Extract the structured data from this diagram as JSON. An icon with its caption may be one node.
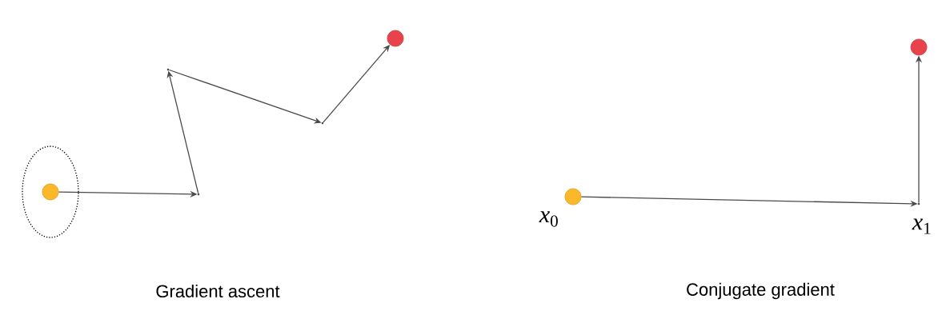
{
  "diagram": {
    "nodes": [
      {
        "text": [],
        "shape": "ellipse"
      },
      {
        "text": [],
        "shape": "circle",
        "in": 0
      },
      {
        "text": [],
        "shape": "point"
      },
      {
        "text": [],
        "shape": "point"
      },
      {
        "text": [],
        "shape": "point"
      },
      {
        "text": [],
        "shape": "circle"
      },
      {
        "text": [],
        "shape": "circle",
        "beside": [
          "*x*$_{0}$"
        ]
      },
      {
        "text": [],
        "shape": "point",
        "beside": [
          "*x*$_{1}$"
        ]
      },
      {
        "text": [],
        "shape": "circle"
      }
    ],
    "edges": [
      {
        "from": 1,
        "to": 3,
        "arrow": "to"
      },
      {
        "from": 3,
        "to": 2,
        "arrow": "to"
      },
      {
        "from": 2,
        "to": 4,
        "arrow": "to"
      },
      {
        "from": 4,
        "to": 5,
        "arrow": "to"
      },
      {
        "from": 6,
        "to": 7,
        "arrow": "to"
      },
      {
        "from": 7,
        "to": 8,
        "arrow": "to"
      }
    ],
    "labels": [
      "Gradient ascent",
      "Conjugate gradient"
    ]
  }
}
